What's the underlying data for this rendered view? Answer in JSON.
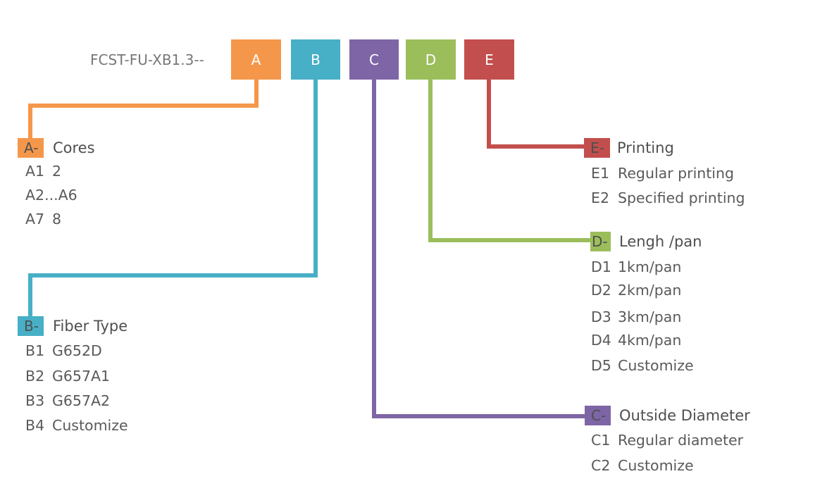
{
  "model_prefix": "FCST-FU-XB1.3--",
  "codes": [
    {
      "letter": "A",
      "color": "#F5974A"
    },
    {
      "letter": "B",
      "color": "#47AFC6"
    },
    {
      "letter": "C",
      "color": "#7E65A5"
    },
    {
      "letter": "D",
      "color": "#9BBE5B"
    },
    {
      "letter": "E",
      "color": "#C24F4D"
    }
  ],
  "sections": {
    "A": {
      "tag": "A-",
      "title": "Cores",
      "options": [
        {
          "code": "A1",
          "value": "2"
        },
        {
          "code": "A2...A6",
          "value": ""
        },
        {
          "code": "A7",
          "value": "8"
        }
      ]
    },
    "B": {
      "tag": "B-",
      "title": "Fiber Type",
      "options": [
        {
          "code": "B1",
          "value": "G652D"
        },
        {
          "code": "B2",
          "value": "G657A1"
        },
        {
          "code": "B3",
          "value": "G657A2"
        },
        {
          "code": "B4",
          "value": "Customize"
        }
      ]
    },
    "C": {
      "tag": "C-",
      "title": "Outside Diameter",
      "options": [
        {
          "code": "C1",
          "value": "Regular diameter"
        },
        {
          "code": "C2",
          "value": "Customize"
        }
      ]
    },
    "D": {
      "tag": "D-",
      "title": "Lengh /pan",
      "options": [
        {
          "code": "D1",
          "value": "1km/pan"
        },
        {
          "code": "D2",
          "value": "2km/pan"
        },
        {
          "code": "D3",
          "value": "3km/pan"
        },
        {
          "code": "D4",
          "value": "4km/pan"
        },
        {
          "code": "D5",
          "value": "Customize"
        }
      ]
    },
    "E": {
      "tag": "E-",
      "title": "Printing",
      "options": [
        {
          "code": "E1",
          "value": "Regular printing"
        },
        {
          "code": "E2",
          "value": "Specified printing"
        }
      ]
    }
  }
}
